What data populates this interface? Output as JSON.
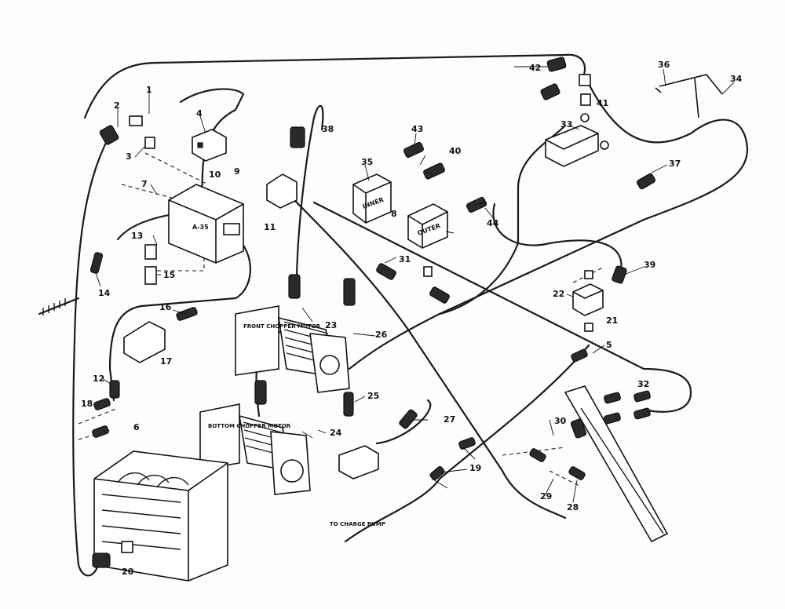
{
  "diagram": {
    "annotations": {
      "inner": "INNER",
      "outer": "OUTER",
      "front_chopper_motor": "FRONT CHOPPER MOTOR",
      "bottom_chopper_motor": "BOTTOM CHOPPER MOTOR",
      "to_charge_pump": "TO CHARGE PUMP",
      "valve_a35": "A-35"
    },
    "callouts": [
      "1",
      "2",
      "3",
      "4",
      "5",
      "6",
      "7",
      "8",
      "9",
      "10",
      "11",
      "12",
      "13",
      "14",
      "15",
      "16",
      "17",
      "18",
      "19",
      "20",
      "21",
      "22",
      "23",
      "24",
      "25",
      "26",
      "27",
      "28",
      "29",
      "30",
      "31",
      "32",
      "33",
      "34",
      "35",
      "36",
      "37",
      "38",
      "39",
      "40",
      "41",
      "42",
      "43",
      "44"
    ]
  }
}
